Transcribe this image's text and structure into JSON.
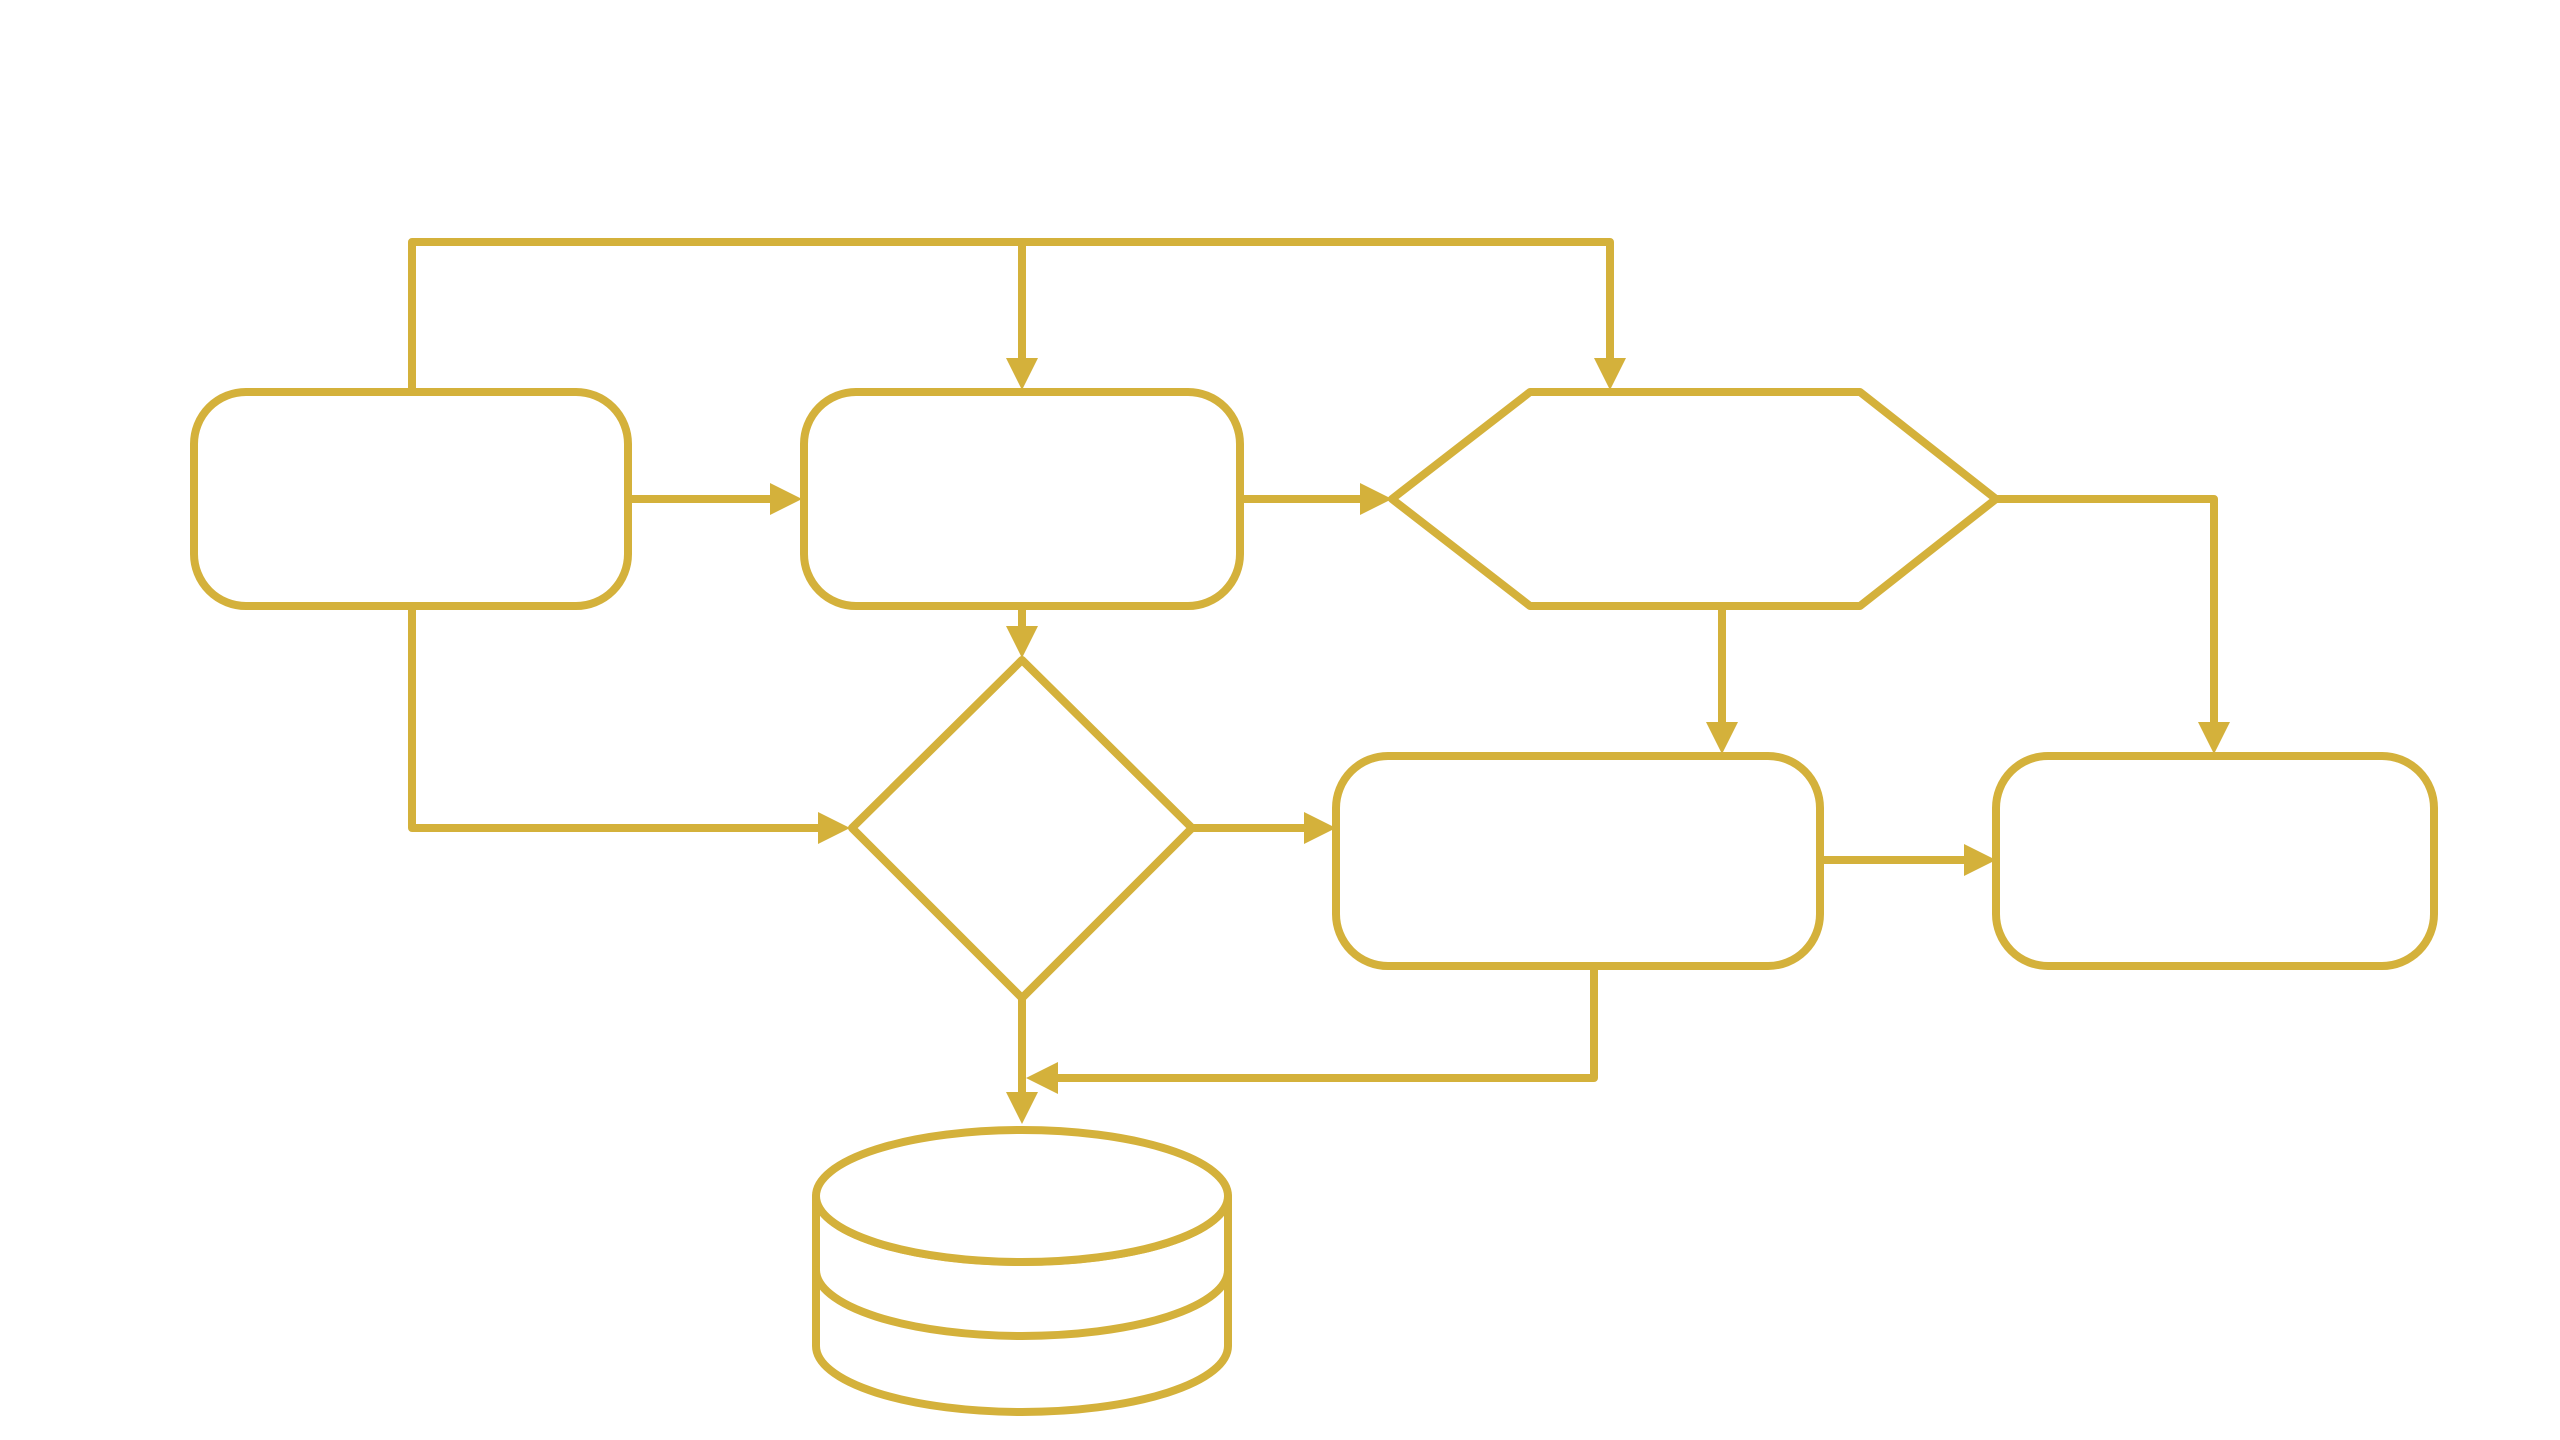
{
  "colors": {
    "stroke": "#d4b13b",
    "fill": "#ffffff",
    "background": "#ffffff"
  },
  "nodes": [
    {
      "id": "node-a",
      "shape": "rounded-rectangle",
      "label": ""
    },
    {
      "id": "node-b",
      "shape": "rounded-rectangle",
      "label": ""
    },
    {
      "id": "node-c",
      "shape": "hexagon",
      "label": ""
    },
    {
      "id": "node-d",
      "shape": "diamond",
      "label": ""
    },
    {
      "id": "node-e",
      "shape": "rounded-rectangle",
      "label": ""
    },
    {
      "id": "node-f",
      "shape": "rounded-rectangle",
      "label": ""
    },
    {
      "id": "node-g",
      "shape": "database-cylinder",
      "label": ""
    }
  ],
  "edges": [
    {
      "from": "node-a",
      "to": "node-b"
    },
    {
      "from": "node-a",
      "to": "node-b",
      "route": "top-bus"
    },
    {
      "from": "node-a",
      "to": "node-c",
      "route": "top-bus"
    },
    {
      "from": "node-a",
      "to": "node-d"
    },
    {
      "from": "node-b",
      "to": "node-c"
    },
    {
      "from": "node-b",
      "to": "node-d"
    },
    {
      "from": "node-c",
      "to": "node-e"
    },
    {
      "from": "node-c",
      "to": "node-f"
    },
    {
      "from": "node-d",
      "to": "node-e"
    },
    {
      "from": "node-d",
      "to": "node-g"
    },
    {
      "from": "node-e",
      "to": "node-f"
    },
    {
      "from": "node-e",
      "to": "node-g"
    }
  ]
}
